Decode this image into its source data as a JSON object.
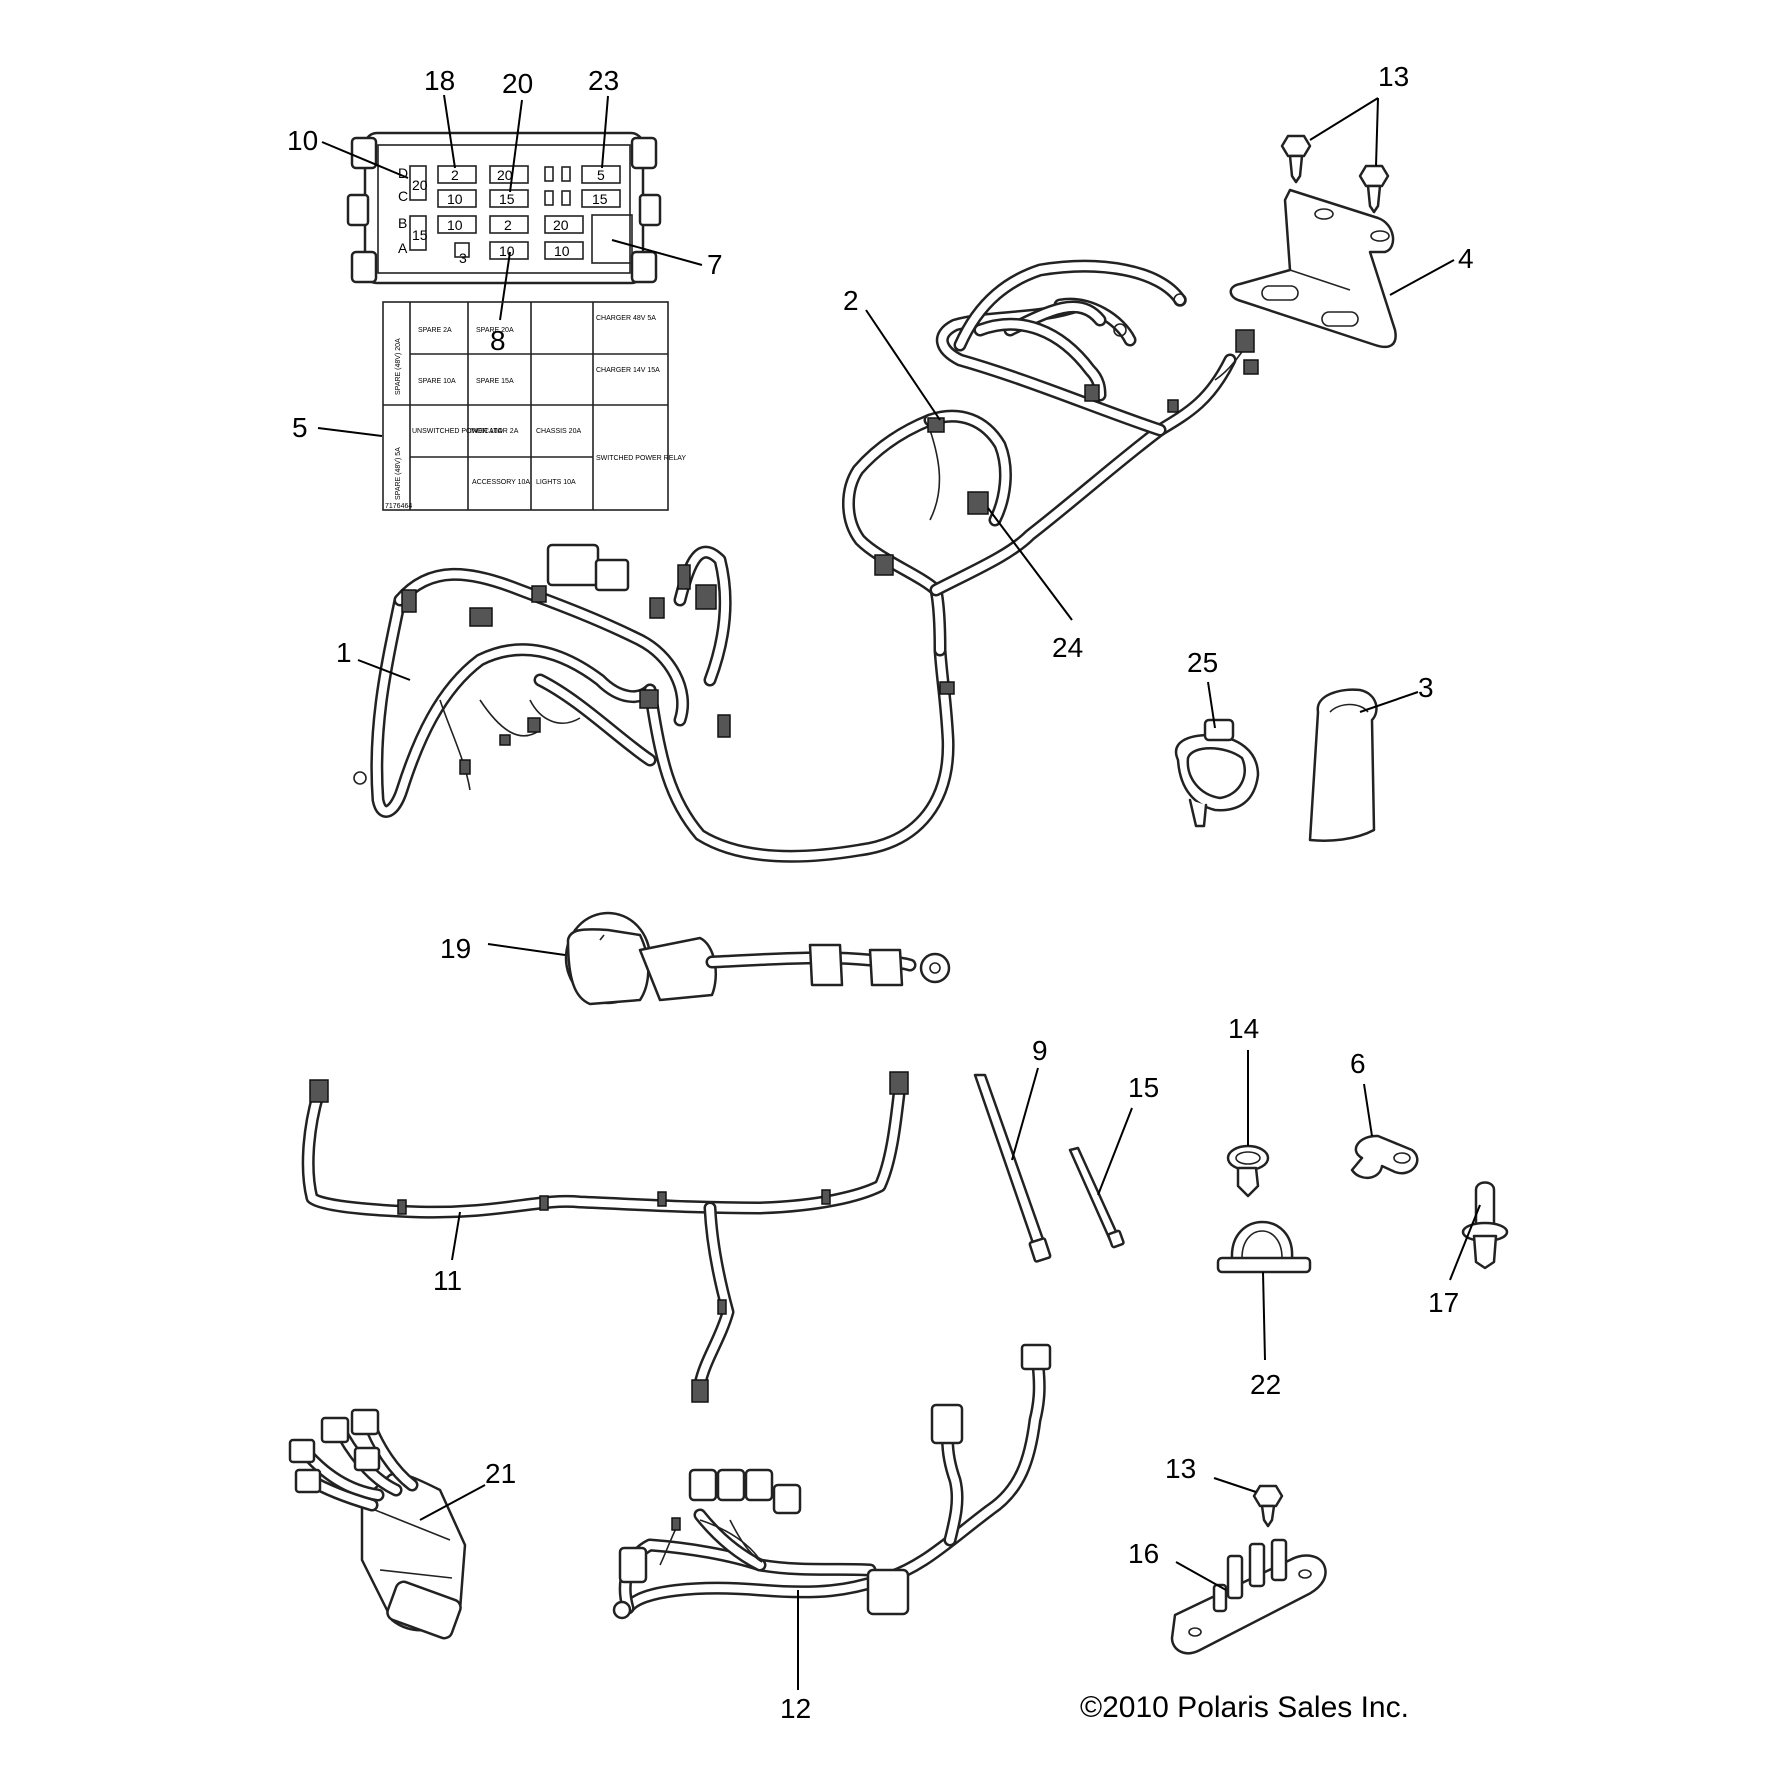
{
  "callouts": {
    "c1": "1",
    "c2": "2",
    "c3": "3",
    "c4": "4",
    "c5": "5",
    "c6": "6",
    "c7": "7",
    "c8": "8",
    "c9": "9",
    "c10": "10",
    "c11": "11",
    "c12": "12",
    "c13a": "13",
    "c13b": "13",
    "c14": "14",
    "c15": "15",
    "c16": "16",
    "c17": "17",
    "c18": "18",
    "c19": "19",
    "c20": "20",
    "c21": "21",
    "c22": "22",
    "c23": "23",
    "c24": "24",
    "c25": "25"
  },
  "fuse_box": {
    "row_letters": [
      "D",
      "C",
      "B",
      "A"
    ],
    "fuses": {
      "d_left": "20",
      "d1": "2",
      "d2": "20",
      "d4": "5",
      "c1": "10",
      "c2": "15",
      "c4": "15",
      "b_left": "15",
      "b1": "10",
      "b2": "2",
      "b3": "20",
      "a_mid": "3",
      "a2": "10",
      "a3": "10"
    }
  },
  "fuse_label": {
    "left_top": "SPARE (48V) 20A",
    "left_bottom": "SPARE (48V) 5A",
    "r1c1": "SPARE 2A",
    "r1c2": "SPARE 20A",
    "r1c4": "CHARGER 48V 5A",
    "r2c1": "SPARE 10A",
    "r2c2": "SPARE 15A",
    "r2c4": "CHARGER 14V 15A",
    "r3c1": "UNSWITCHED POWER 10A",
    "r3c2": "INDICATOR 2A",
    "r3c3": "CHASSIS 20A",
    "r4c2": "ACCESSORY 10A",
    "r4c3": "LIGHTS 10A",
    "relay": "SWITCHED POWER RELAY",
    "part_no": "7176464"
  },
  "copyright": "©2010 Polaris Sales Inc."
}
